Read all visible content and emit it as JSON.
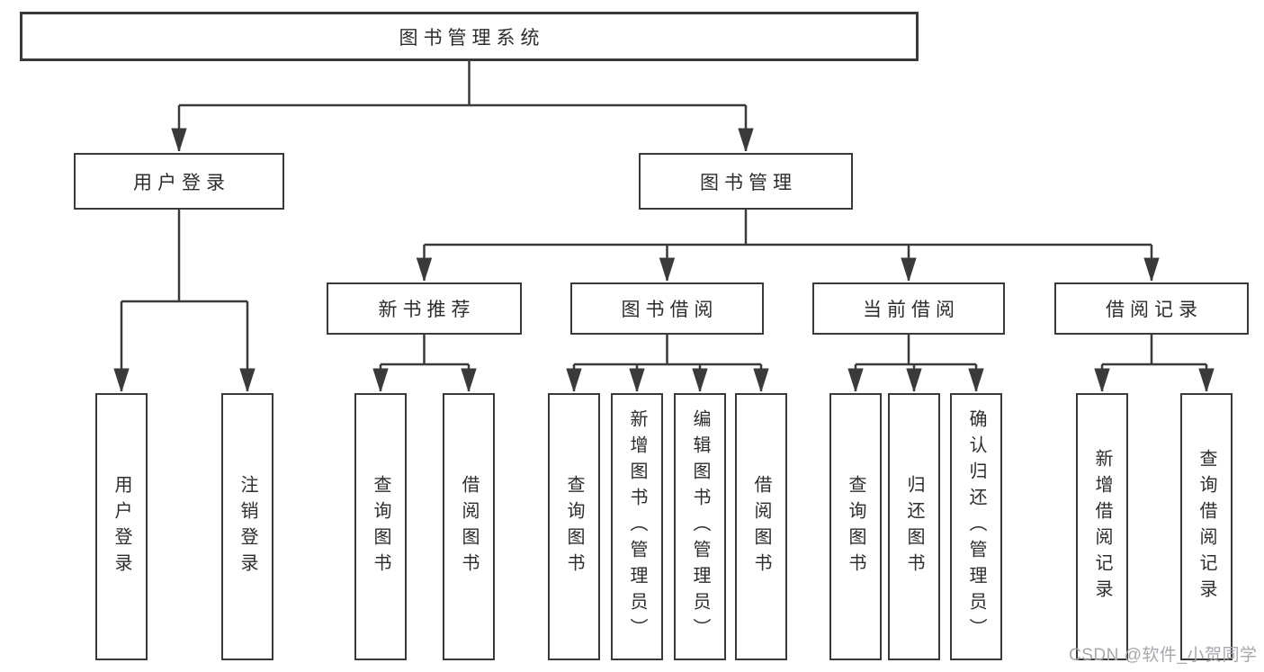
{
  "diagram": {
    "nodes": {
      "root": {
        "label": "图书管理系统"
      },
      "level2": [
        {
          "id": "user-login",
          "label": "用户登录"
        },
        {
          "id": "book-management",
          "label": "图书管理"
        }
      ],
      "level3": [
        {
          "id": "new-book-recommend",
          "label": "新书推荐",
          "parent": "图书管理"
        },
        {
          "id": "book-borrow",
          "label": "图书借阅",
          "parent": "图书管理"
        },
        {
          "id": "current-borrow",
          "label": "当前借阅",
          "parent": "图书管理"
        },
        {
          "id": "borrow-record",
          "label": "借阅记录",
          "parent": "图书管理"
        }
      ],
      "leaves": [
        {
          "id": "leaf-user-login",
          "label": "用户登录",
          "parent": "用户登录"
        },
        {
          "id": "leaf-logout",
          "label": "注销登录",
          "parent": "用户登录"
        },
        {
          "id": "leaf-query-book-recommend",
          "label": "查询图书",
          "parent": "新书推荐"
        },
        {
          "id": "leaf-borrow-book-recommend",
          "label": "借阅图书",
          "parent": "新书推荐"
        },
        {
          "id": "leaf-query-book-borrow",
          "label": "查询图书",
          "parent": "图书借阅"
        },
        {
          "id": "leaf-add-book-admin",
          "label": "新增图书（管理员）",
          "parent": "图书借阅"
        },
        {
          "id": "leaf-edit-book-admin",
          "label": "编辑图书（管理员）",
          "parent": "图书借阅"
        },
        {
          "id": "leaf-borrow-book",
          "label": "借阅图书",
          "parent": "图书借阅"
        },
        {
          "id": "leaf-query-book-current",
          "label": "查询图书",
          "parent": "当前借阅"
        },
        {
          "id": "leaf-return-book",
          "label": "归还图书",
          "parent": "当前借阅"
        },
        {
          "id": "leaf-confirm-return-admin",
          "label": "确认归还（管理员）",
          "parent": "当前借阅"
        },
        {
          "id": "leaf-add-borrow-record",
          "label": "新增借阅记录",
          "parent": "借阅记录"
        },
        {
          "id": "leaf-query-borrow-record",
          "label": "查询借阅记录",
          "parent": "借阅记录"
        }
      ]
    },
    "colors": {
      "line": "#3a3a3a",
      "border": "#3a3a3a",
      "text": "#2d2d2d",
      "background": "#ffffff",
      "watermark": "#a6a8ad"
    }
  },
  "watermark": {
    "text": "CSDN @软件_小贺同学"
  }
}
